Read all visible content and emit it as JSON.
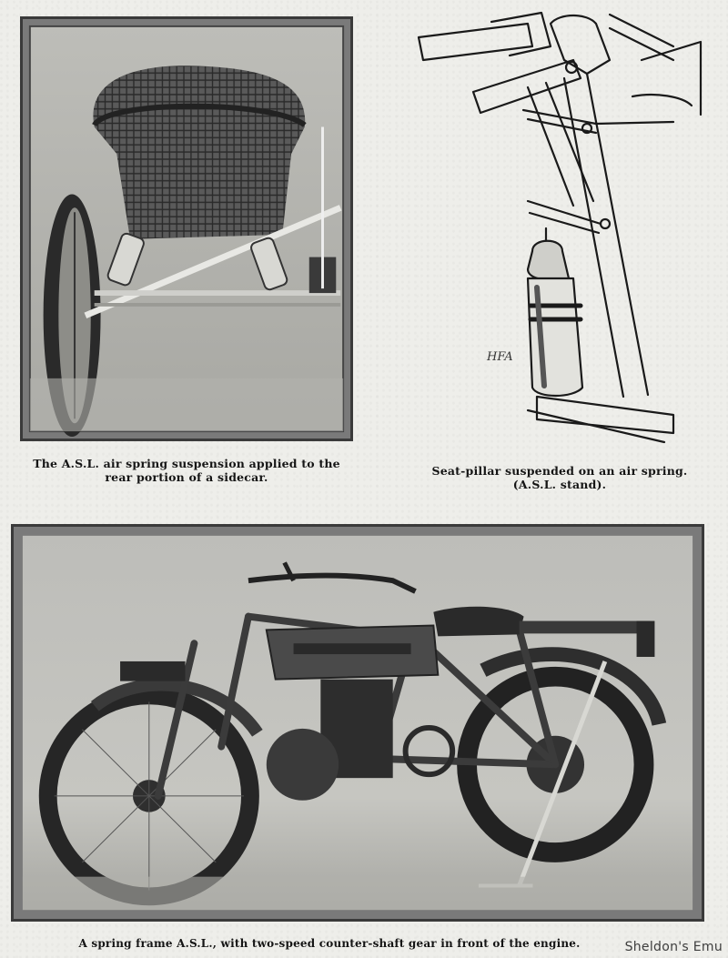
{
  "figures": {
    "sidecar": {
      "caption_line1": "The A.S.L. air spring suspension applied to the",
      "caption_line2": "rear portion of a sidecar."
    },
    "seat_pillar": {
      "caption_line1": "Seat-pillar suspended on an air spring.",
      "caption_line2": "(A.S.L. stand)."
    },
    "motorcycle": {
      "caption": "A spring frame A.S.L., with two-speed counter-shaft gear in front of the engine."
    }
  },
  "watermark": "Sheldon's Emu",
  "colors": {
    "paper": "#eeeeea",
    "ink": "#151515",
    "photo_dark": "#2b2b2b",
    "photo_mid": "#7a7a7a",
    "photo_light": "#c9c9c5"
  }
}
